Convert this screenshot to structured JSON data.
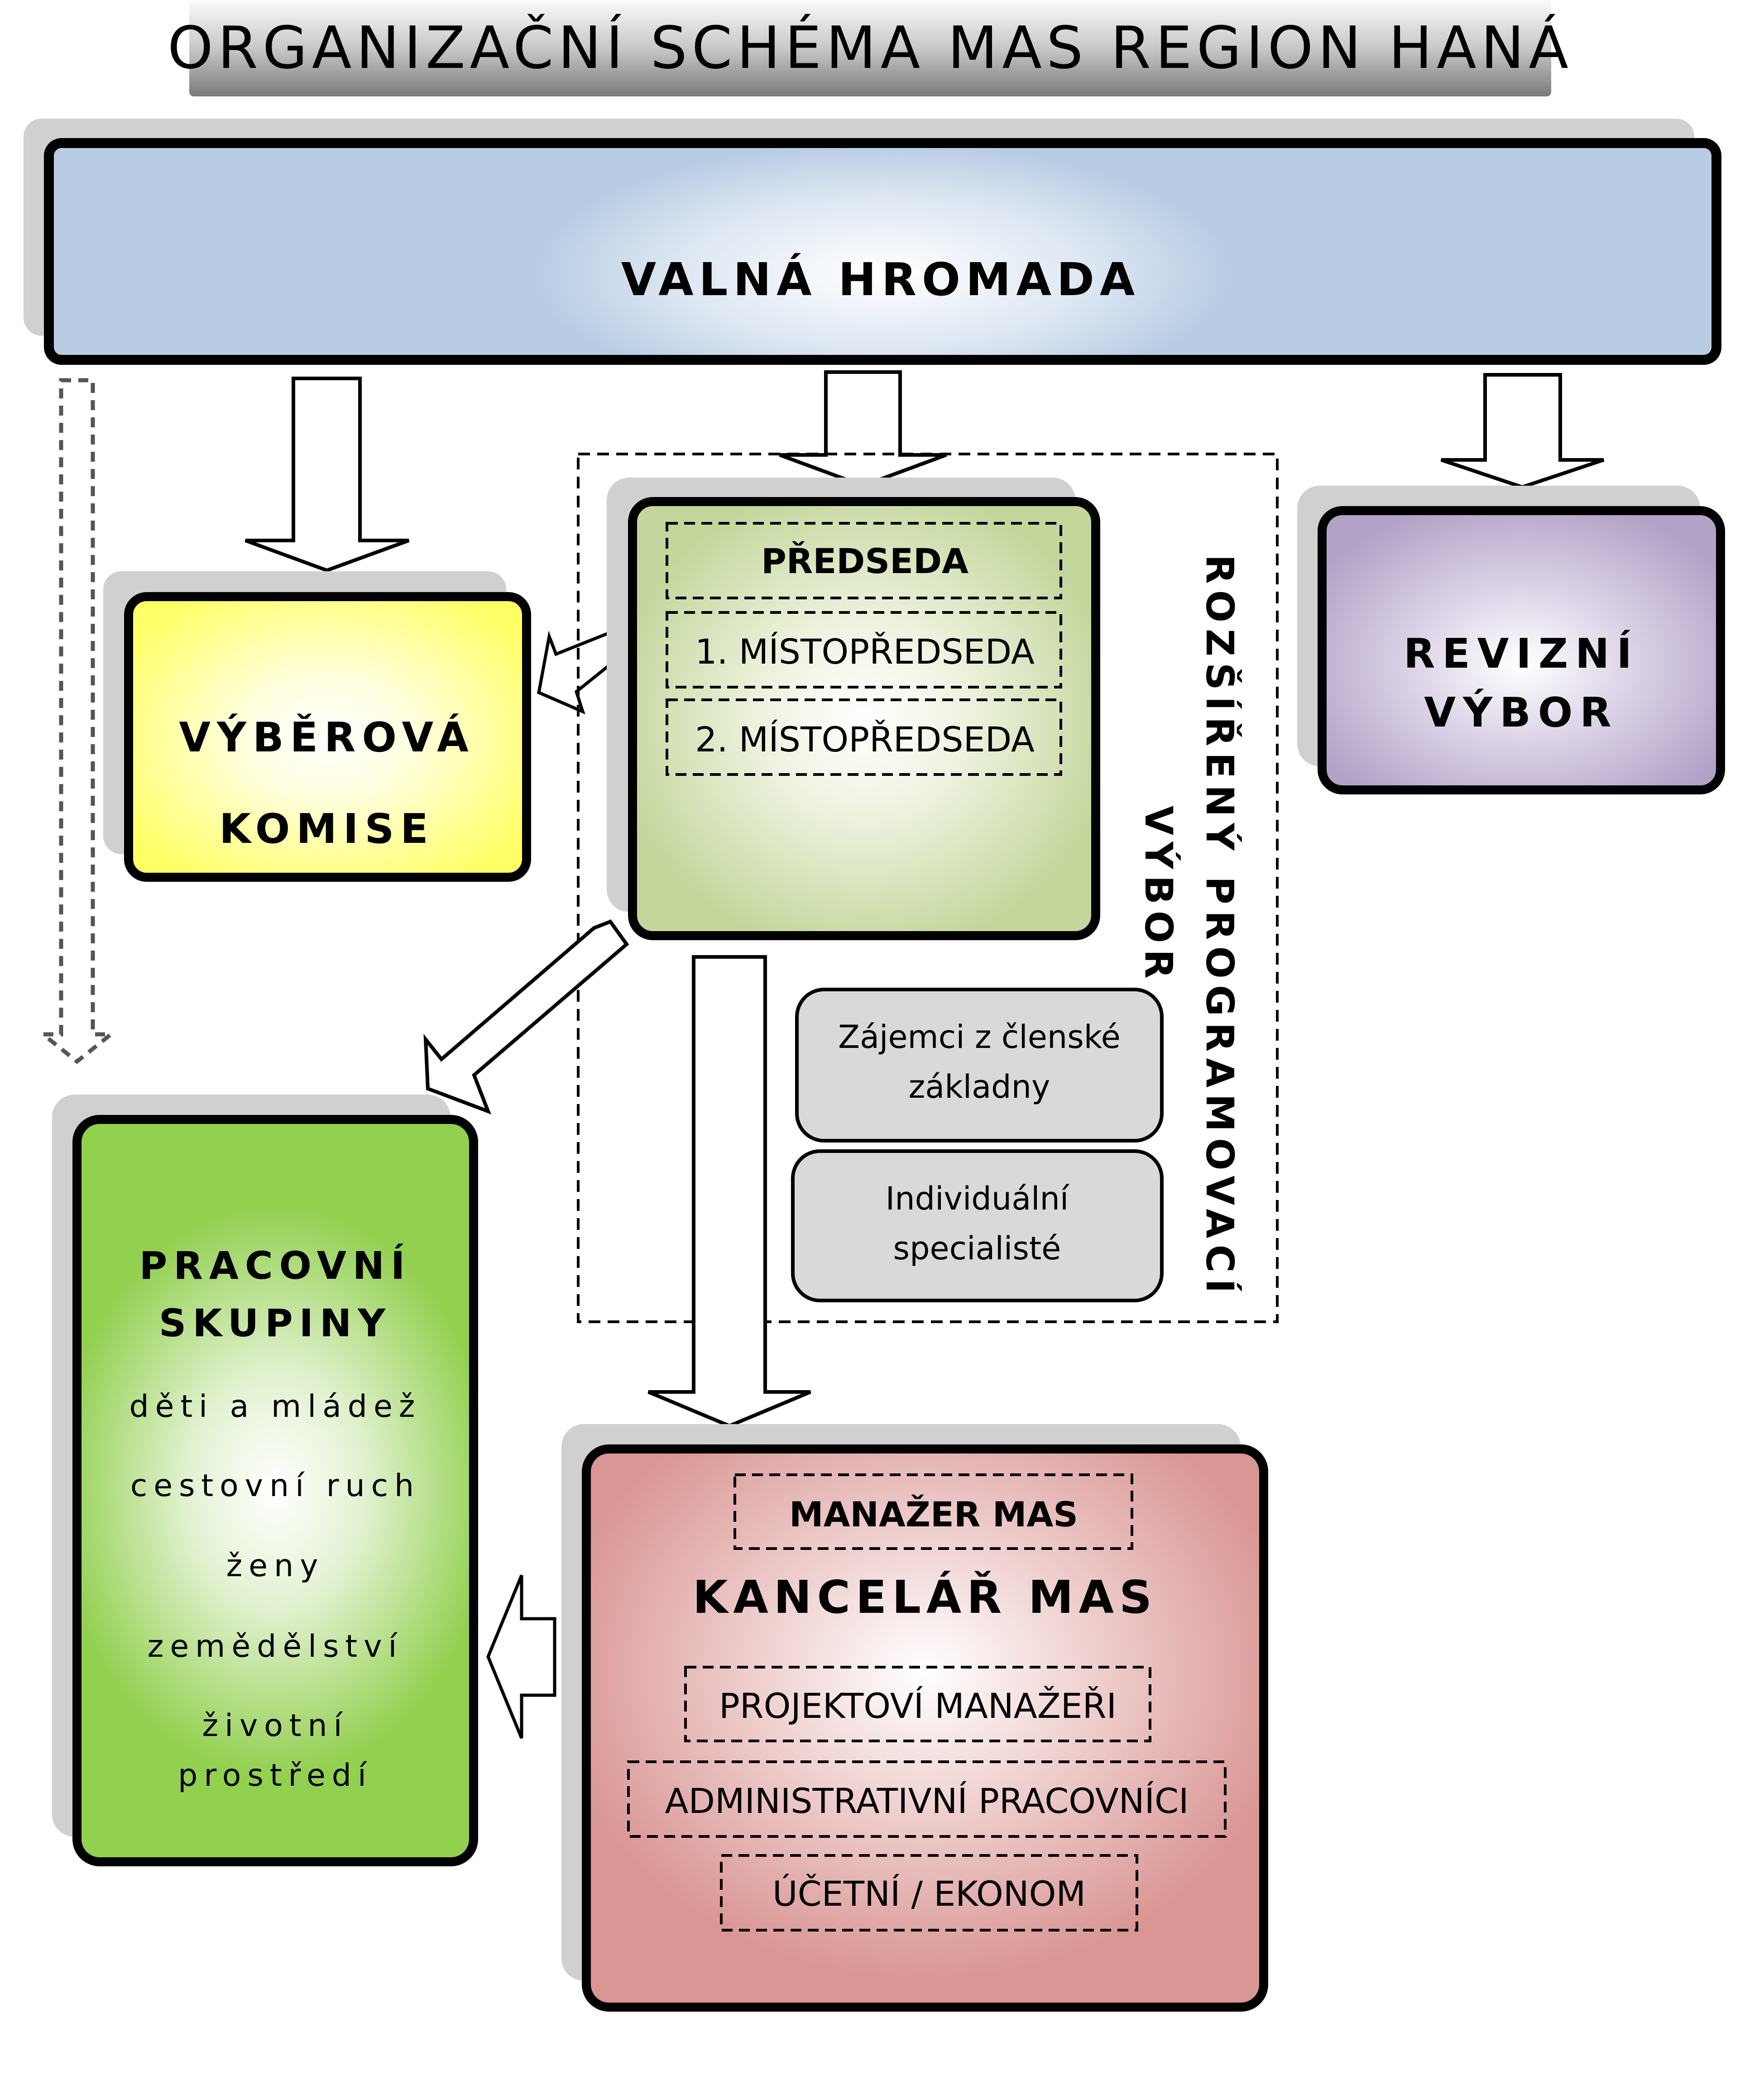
{
  "title": "ORGANIZAČNÍ SCHÉMA MAS REGION HANÁ",
  "colors": {
    "valna_hromada": "#b8cce4",
    "vyberova_komise": "#ffff66",
    "predseda_group": "#c3d69b",
    "revizni_vybor": "#b2a2c7",
    "clen_boxes": "#d9d9d9",
    "pracovni_skupiny": "#92d050",
    "kancelar": "#d99694",
    "shadow": "#d0d0d0",
    "outline": "#000000"
  },
  "valna_hromada": {
    "label": "VALNÁ HROMADA"
  },
  "vyberova_komise": {
    "line1": "VÝBĚROVÁ",
    "line2": "KOMISE"
  },
  "predsednictvo": {
    "items": [
      "PŘEDSEDA",
      "1. MÍSTOPŘEDSEDA",
      "2. MÍSTOPŘEDSEDA"
    ]
  },
  "rozsireny_programovaci_vybor": {
    "line1": "ROZŠÍŘENÝ PROGRAMOVACÍ",
    "line2": "VÝBOR",
    "members": [
      {
        "line1": "Zájemci z členské",
        "line2": "základny"
      },
      {
        "line1": "Individuální",
        "line2": "specialisté"
      }
    ]
  },
  "revizni_vybor": {
    "line1": "REVIZNÍ",
    "line2": "VÝBOR"
  },
  "pracovni_skupiny": {
    "line1": "PRACOVNÍ",
    "line2": "SKUPINY",
    "groups": [
      "děti a mládež",
      "cestovní ruch",
      "ženy",
      "zemědělství",
      "životní",
      "prostředí"
    ]
  },
  "kancelar": {
    "label": "KANCELÁŘ MAS",
    "manager": "MANAŽER MAS",
    "roles": [
      "PROJEKTOVÍ MANAŽEŘI",
      "ADMINISTRATIVNÍ PRACOVNÍCI",
      "ÚČETNÍ / EKONOM"
    ]
  }
}
